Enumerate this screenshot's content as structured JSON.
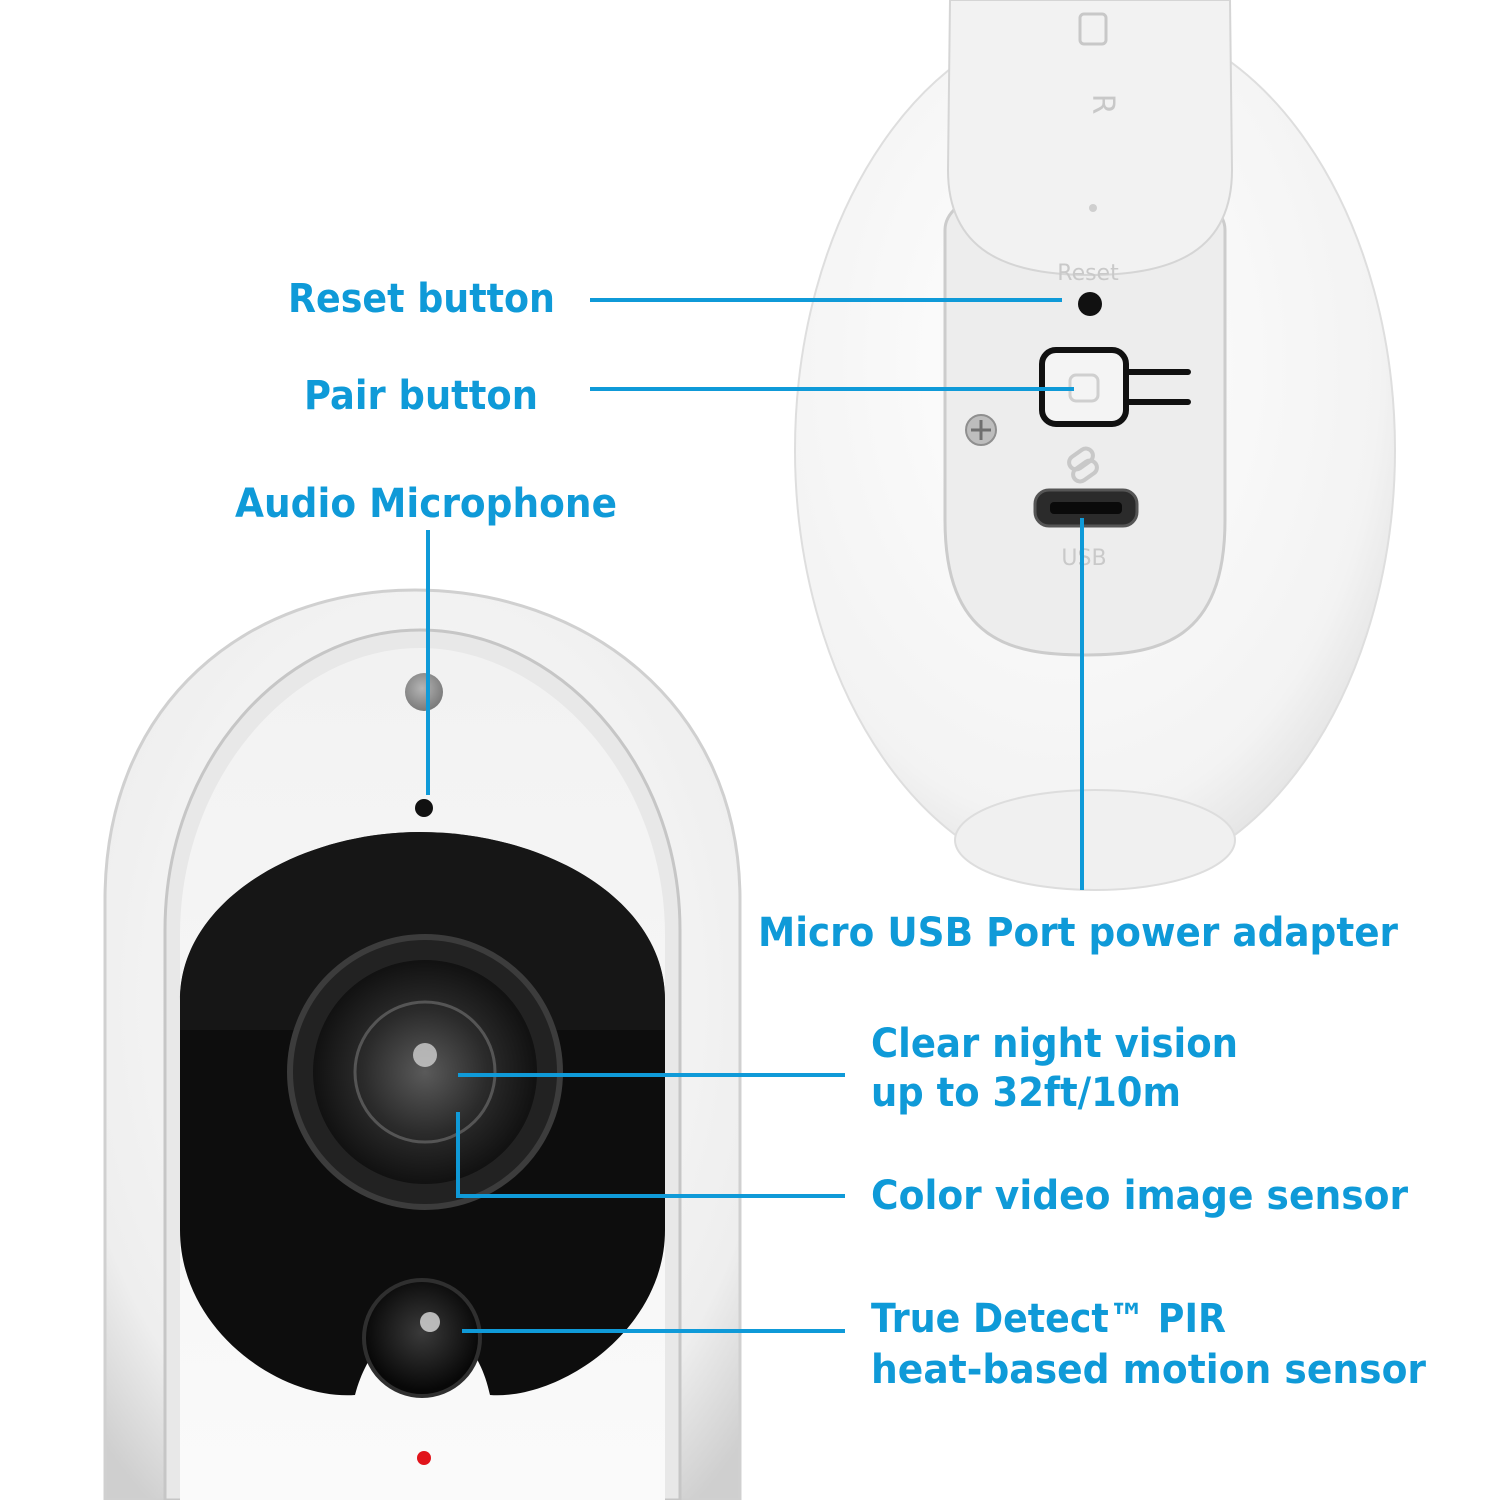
{
  "colors": {
    "accent": "#0f9ad8",
    "device_white": "#f7f7f7",
    "device_shadow": "#d9d9d9",
    "lens_black": "#0d0d0d",
    "status_led": "#e1141b"
  },
  "labels": {
    "reset": "Reset button",
    "pair": "Pair button",
    "mic": "Audio Microphone",
    "usb": "Micro USB Port power adapter",
    "night_1": "Clear night vision",
    "night_2": "up to 32ft/10m",
    "sensor": "Color video image sensor",
    "pir_1": "True Detect™ PIR",
    "pir_2": "heat-based motion sensor"
  },
  "device_print": {
    "reset": "Reset",
    "usb": "USB"
  },
  "icons": {
    "pair": "pair-link-icon",
    "screw": "screw-icon"
  }
}
